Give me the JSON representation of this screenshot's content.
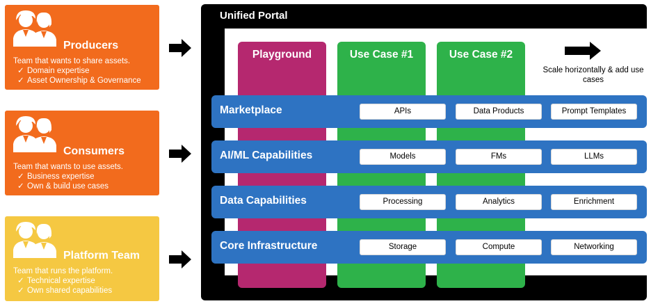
{
  "personas": [
    {
      "title": "Producers",
      "description": "Team that wants to share assets.",
      "items": [
        "Domain expertise",
        "Asset Ownership & Governance"
      ],
      "color": "#f26b1d"
    },
    {
      "title": "Consumers",
      "description": "Team that wants to use assets.",
      "items": [
        "Business expertise",
        "Own & build use cases"
      ],
      "color": "#f26b1d"
    },
    {
      "title": "Platform Team",
      "description": "Team that runs the platform.",
      "items": [
        "Technical expertise",
        "Own shared capabilities"
      ],
      "color": "#f5c842"
    }
  ],
  "portal": {
    "title": "Unified Portal"
  },
  "columns": [
    {
      "label": "Playground",
      "color": "#b5286f"
    },
    {
      "label": "Use Case #1",
      "color": "#2eb24a"
    },
    {
      "label": "Use Case #2",
      "color": "#2eb24a"
    }
  ],
  "scale": {
    "text": "Scale horizontally & add use cases"
  },
  "layers": [
    {
      "label": "Marketplace",
      "items": [
        "APIs",
        "Data Products",
        "Prompt Templates"
      ]
    },
    {
      "label": "AI/ML Capabilities",
      "items": [
        "Models",
        "FMs",
        "LLMs"
      ]
    },
    {
      "label": "Data Capabilities",
      "items": [
        "Processing",
        "Analytics",
        "Enrichment"
      ]
    },
    {
      "label": "Core Infrastructure",
      "items": [
        "Storage",
        "Compute",
        "Networking"
      ]
    }
  ],
  "icons": {
    "people": "people-icon",
    "arrow": "arrow-right-icon",
    "check": "check-icon"
  },
  "colors": {
    "band": "#2e73c2",
    "portal": "#000000"
  }
}
